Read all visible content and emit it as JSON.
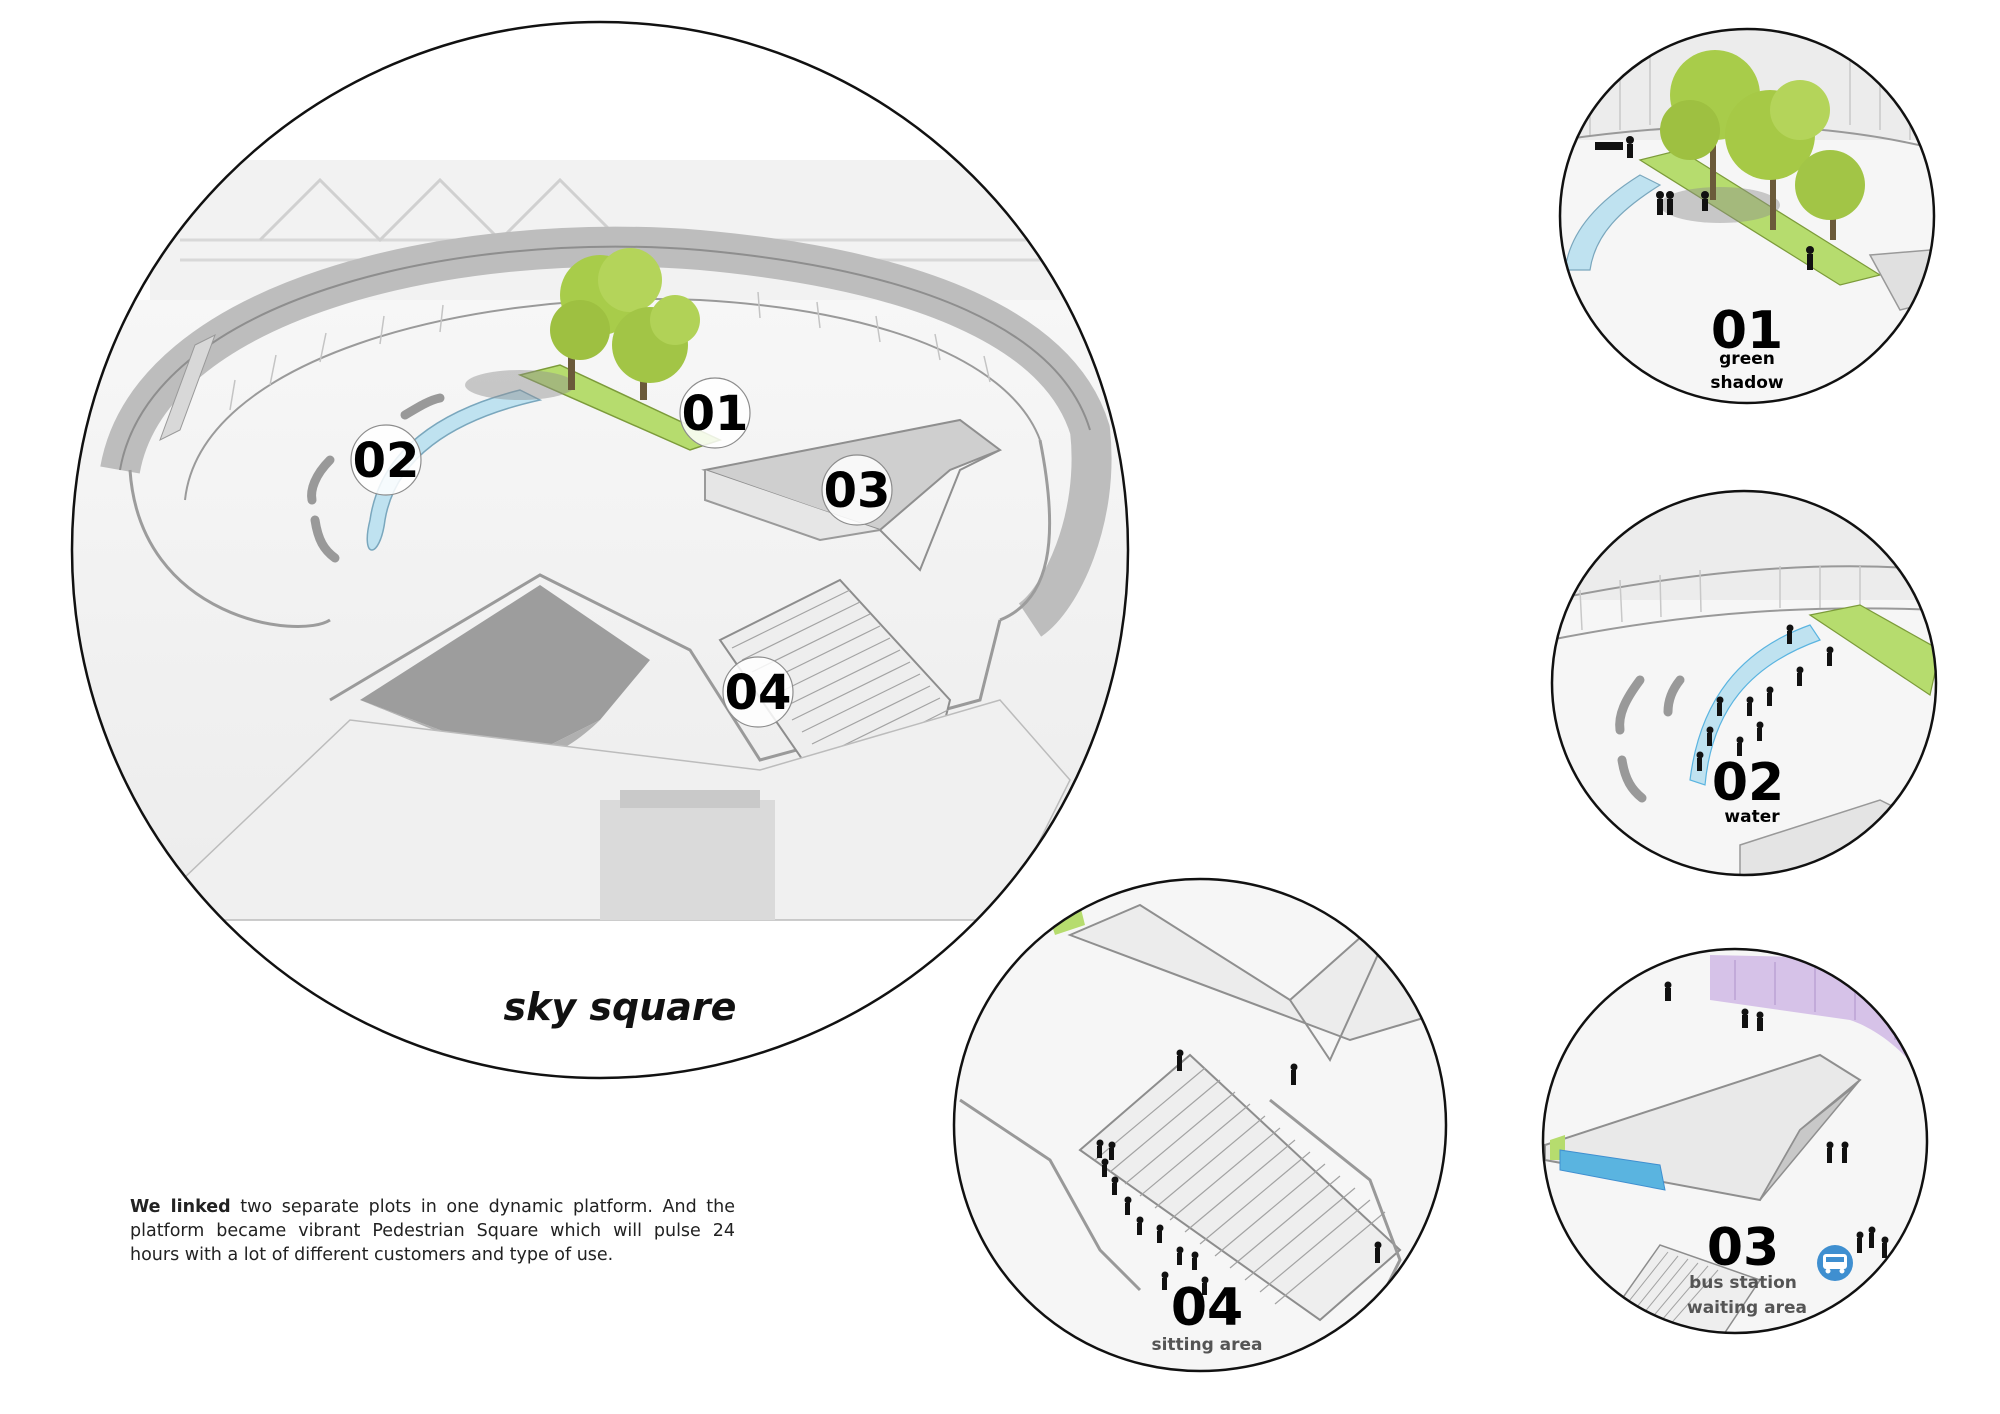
{
  "main": {
    "title": "sky square",
    "markers": [
      {
        "id": "01"
      },
      {
        "id": "02"
      },
      {
        "id": "03"
      },
      {
        "id": "04"
      }
    ]
  },
  "details": [
    {
      "number": "01",
      "caption_line1": "green",
      "caption_line2": "shadow"
    },
    {
      "number": "02",
      "caption_line1": "water",
      "caption_line2": ""
    },
    {
      "number": "03",
      "caption_line1": "bus station",
      "caption_line2": "waiting area"
    },
    {
      "number": "04",
      "caption_line1": "sitting area",
      "caption_line2": ""
    }
  ],
  "description": {
    "lead": "We linked",
    "body": " two separate plots in one dynamic platform. And the platform became vibrant Pedestrian Square which will pulse 24 hours with a lot of different customers and type of use."
  },
  "colors": {
    "tree": "#a8cc4a",
    "grass": "#b6dc6e",
    "water": "#bfe2f0",
    "water_blue": "#5ab4e0",
    "facade_purple": "#d6c2e8",
    "bus_icon": "#3f8fd0",
    "structure_gray": "#9a9a9a"
  },
  "icons": [
    "tree-icon",
    "people-silhouette-icon",
    "bus-icon"
  ]
}
